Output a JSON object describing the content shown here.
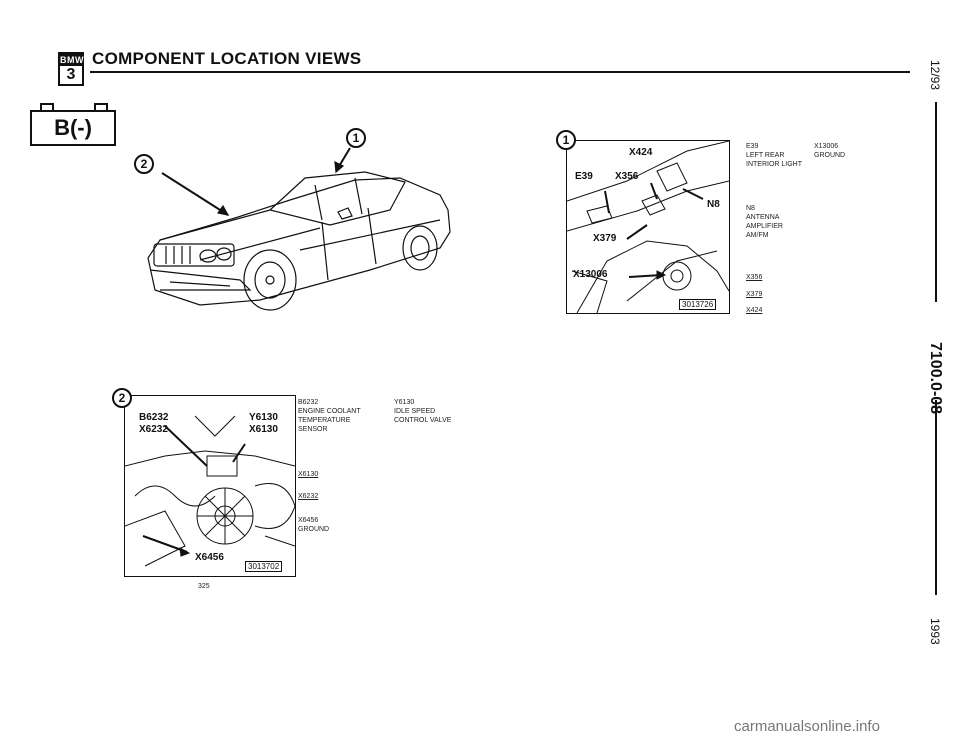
{
  "header": {
    "logo_top": "BMW",
    "logo_bottom": "3",
    "title": "COMPONENT LOCATION VIEWS"
  },
  "battery_symbol": "B(-)",
  "car_view": {
    "callouts": [
      "1",
      "2"
    ]
  },
  "view1": {
    "callout": "1",
    "labels": {
      "x424": "X424",
      "e39": "E39",
      "x356": "X356",
      "n8": "N8",
      "x379": "X379",
      "x13006": "X13006"
    },
    "ref": "3013726",
    "legend": {
      "e39_code": "E39",
      "e39_desc1": "LEFT REAR",
      "e39_desc2": "INTERIOR LIGHT",
      "x13006_code": "X13006",
      "x13006_desc": "GROUND",
      "n8_code": "N8",
      "n8_desc1": "ANTENNA",
      "n8_desc2": "AMPLIFIER",
      "n8_desc3": "AM/FM",
      "conn1": "X356",
      "conn2": "X379",
      "conn3": "X424"
    }
  },
  "view2": {
    "callout": "2",
    "labels": {
      "b6232": "B6232",
      "x6232": "X6232",
      "y6130": "Y6130",
      "x6130": "X6130",
      "x6456": "X6456"
    },
    "ref": "3013702",
    "legend": {
      "b6232_code": "B6232",
      "b6232_desc1": "ENGINE COOLANT",
      "b6232_desc2": "TEMPERATURE",
      "b6232_desc3": "SENSOR",
      "y6130_code": "Y6130",
      "y6130_desc1": "IDLE SPEED",
      "y6130_desc2": "CONTROL VALVE",
      "conn1": "X6130",
      "conn2": "X6232",
      "x6456_code": "X6456",
      "x6456_desc": "GROUND"
    }
  },
  "page_number": "325",
  "sidebar": {
    "date": "12/93",
    "doc_number": "7100.0-08",
    "year": "1993"
  },
  "footer": {
    "watermark": "carmanualsonline.info"
  }
}
